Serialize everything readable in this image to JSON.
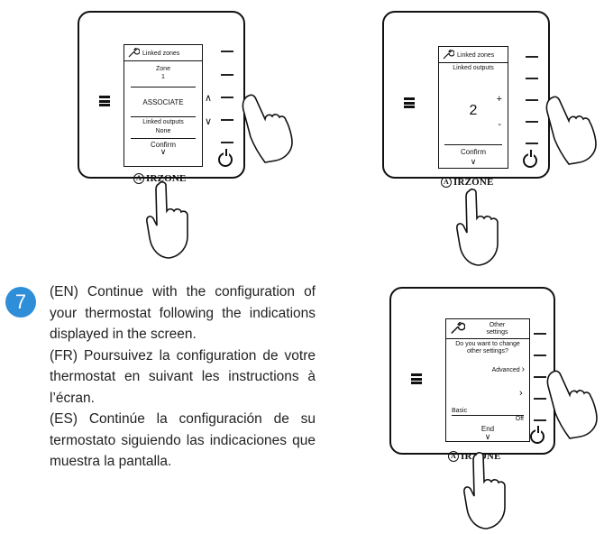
{
  "brand": "IRZONE",
  "brand_mark": "A",
  "step": {
    "number": "7"
  },
  "instructions": [
    "(EN) Continue with the configuration of your thermostat following the indications displayed in the screen.",
    "(FR) Poursuivez la configuration de votre thermostat en suivant les instructions à l’écran.",
    "(ES) Continúe la configuración de su termostato siguiendo las indicaciones que muestra la pantalla."
  ],
  "screen1": {
    "title": "Linked zones",
    "zone_label": "Zone",
    "zone_value": "1",
    "action": "ASSOCIATE",
    "outputs_label": "Linked outputs",
    "outputs_value": "None",
    "confirm": "Confirm"
  },
  "screen2": {
    "title": "Linked zones",
    "subtitle": "Linked outputs",
    "value": "2",
    "plus": "+",
    "minus": "-",
    "confirm": "Confirm"
  },
  "screen3": {
    "title_line1": "Other",
    "title_line2": "settings",
    "question": "Do you want to change other settings?",
    "advanced": "Advanced",
    "basic": "Basic",
    "basic_value": "Off",
    "end": "End"
  },
  "icons": [
    "wrench-icon",
    "menu-icon",
    "power-icon",
    "pointing-hand-icon",
    "chevron-up-icon",
    "chevron-down-icon",
    "chevron-right-icon"
  ]
}
